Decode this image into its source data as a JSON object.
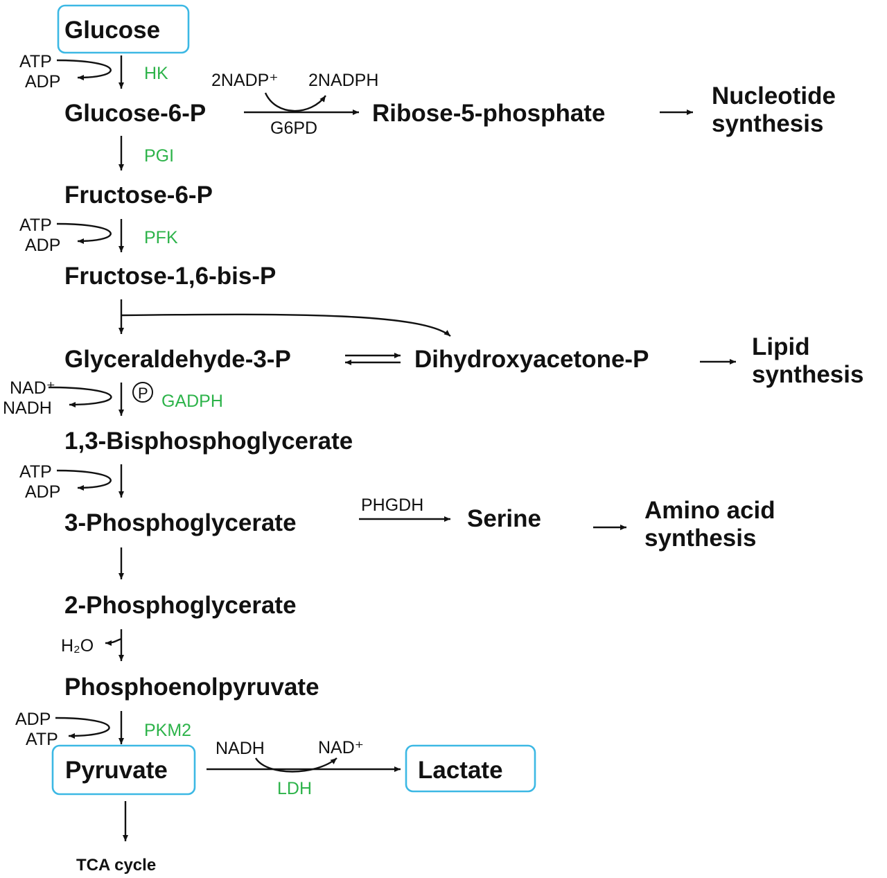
{
  "metabolites": {
    "glucose": "Glucose",
    "g6p": "Glucose-6-P",
    "f6p": "Fructose-6-P",
    "f16bp": "Fructose-1,6-bis-P",
    "g3p": "Glyceraldehyde-3-P",
    "dhap": "Dihydroxyacetone-P",
    "bpg13": "1,3-Bisphosphoglycerate",
    "pg3": "3-Phosphoglycerate",
    "pg2": "2-Phosphoglycerate",
    "pep": "Phosphoenolpyruvate",
    "pyruvate": "Pyruvate",
    "lactate": "Lactate",
    "r5p": "Ribose-5-phosphate",
    "serine": "Serine",
    "tca": "TCA cycle"
  },
  "outcomes": {
    "nucleotide_1": "Nucleotide",
    "nucleotide_2": "synthesis",
    "lipid_1": "Lipid",
    "lipid_2": "synthesis",
    "amino_1": "Amino acid",
    "amino_2": "synthesis"
  },
  "enzymes": {
    "hk": "HK",
    "pgi": "PGI",
    "pfk": "PFK",
    "gadph": "GADPH",
    "pkm2": "PKM2",
    "ldh": "LDH",
    "g6pd": "G6PD",
    "phgdh": "PHGDH"
  },
  "cofactors": {
    "atp": "ATP",
    "adp": "ADP",
    "nad_plus": "NAD⁺",
    "nadh": "NADH",
    "nadp_plus": "2NADP⁺",
    "nadph": "2NADPH",
    "h2o": "H₂O",
    "phospho": "P"
  },
  "colors": {
    "box_outline": "#3cb8e4",
    "enzyme_text": "#2db34a",
    "text": "#111111"
  }
}
